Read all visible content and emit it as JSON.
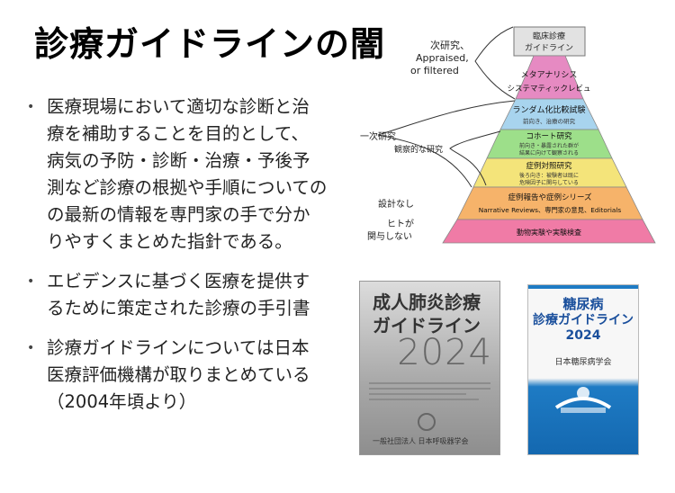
{
  "title": "診療ガイドラインの闇",
  "bullets": [
    {
      "marker": "•",
      "lines": [
        "医療現場において適切な診断と治",
        "療を補助することを目的として、",
        "病気の予防・診断・治療・予後予",
        "測など診療の根拠や手順についての",
        "の最新の情報を専門家の手で分か",
        "りやすくまとめた指針である。"
      ]
    },
    {
      "marker": "•",
      "lines": [
        "エビデンスに基づく医療を提供す",
        "るために策定された診療の手引書"
      ]
    },
    {
      "marker": "•",
      "lines": [
        "診療ガイドラインについては日本",
        "医療評価機構が取りまとめている",
        "（2004年頃より）"
      ]
    }
  ],
  "pyramid": {
    "levels": [
      {
        "lines": [
          "臨床診療",
          "ガイドライン"
        ],
        "color": "#e2e2e2"
      },
      {
        "lines": [
          "メタアナリシス",
          "システマティックレビュ"
        ],
        "color": "#e68ac2"
      },
      {
        "lines": [
          "ランダム化比較試験",
          "前向き、治療の研究"
        ],
        "color": "#a8d4ee"
      },
      {
        "lines": [
          "コホート研究",
          "前向き・暴露された群が",
          "結果に向けて観察される"
        ],
        "color": "#9ddf8a"
      },
      {
        "lines": [
          "症例対照研究",
          "後ろ向き：被験者は既に",
          "危険因子に関与している"
        ],
        "color": "#f4e47a"
      },
      {
        "lines": [
          "症例報告や症例シリーズ",
          "Narrative Reviews、専門家の意見、Editorials"
        ],
        "color": "#f6b36a"
      },
      {
        "lines": [
          "動物実験や実験検査"
        ],
        "color": "#f07ba6"
      }
    ],
    "side_labels": {
      "filtered": [
        "次研究、",
        "Appraised,",
        "or filtered"
      ],
      "primary": "一次研究",
      "observational": "観察的な研究",
      "no_design": "設計なし",
      "no_human": [
        "ヒトが",
        "関与しない"
      ]
    }
  },
  "books": {
    "book1": {
      "title_lines": [
        "成人肺炎診療",
        "ガイドライン"
      ],
      "year": "2024",
      "publisher": "一般社団法人 日本呼吸器学会"
    },
    "book2": {
      "title_line1": "糖尿病",
      "title_line2": "診療ガイドライン",
      "year": "2024",
      "org": "日本糖尿病学会"
    }
  }
}
